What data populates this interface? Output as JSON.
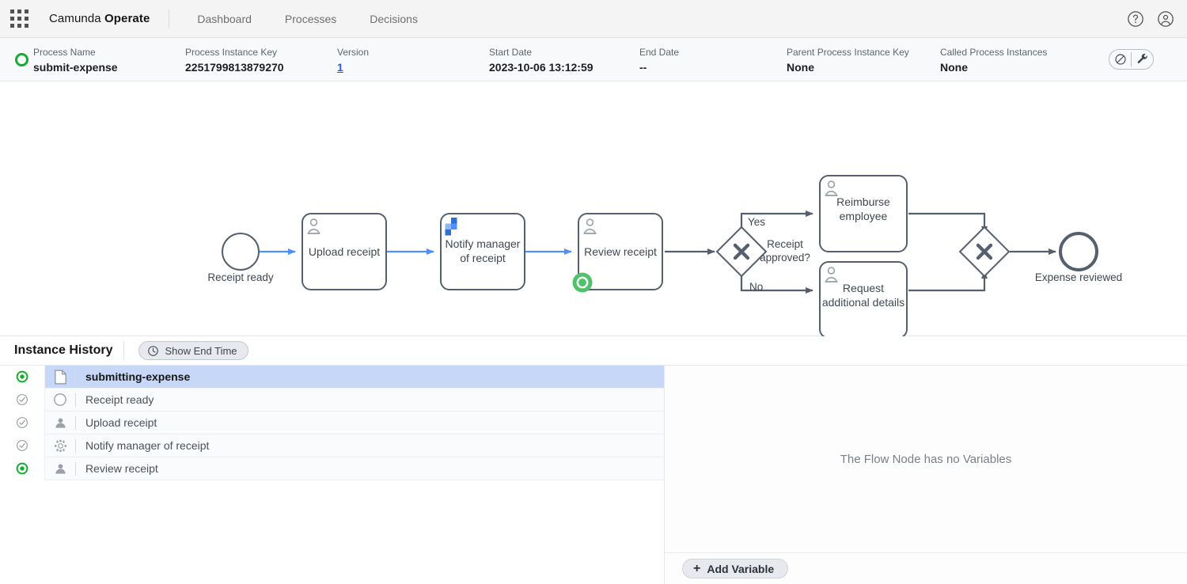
{
  "appbar": {
    "apps_icon": "apps-grid-icon",
    "brand_prefix": "Camunda ",
    "brand_bold": "Operate",
    "nav": [
      {
        "label": "Dashboard",
        "name": "nav-dashboard"
      },
      {
        "label": "Processes",
        "name": "nav-processes"
      },
      {
        "label": "Decisions",
        "name": "nav-decisions"
      }
    ],
    "help_icon": "help-icon",
    "user_icon": "user-avatar-icon"
  },
  "instance_header": {
    "state": "active",
    "state_color": "#10b02c",
    "fields": [
      {
        "label": "Process Name",
        "value": "submit-expense",
        "kind": "text",
        "name": "process-name"
      },
      {
        "label": "Process Instance Key",
        "value": "2251799813879270",
        "kind": "text",
        "name": "process-instance-key"
      },
      {
        "label": "Version",
        "value": "1",
        "kind": "link",
        "name": "version"
      },
      {
        "label": "Start Date",
        "value": "2023-10-06 13:12:59",
        "kind": "text",
        "name": "start-date"
      },
      {
        "label": "End Date",
        "value": "--",
        "kind": "text",
        "name": "end-date"
      },
      {
        "label": "Parent Process Instance Key",
        "value": "None",
        "kind": "text",
        "name": "parent-process-instance-key"
      },
      {
        "label": "Called Process Instances",
        "value": "None",
        "kind": "text",
        "name": "called-process-instances"
      }
    ],
    "actions": [
      {
        "name": "cancel-instance-button",
        "icon": "circle-slash-icon"
      },
      {
        "name": "modify-instance-button",
        "icon": "wrench-icon"
      }
    ]
  },
  "diagram": {
    "accent_traversed": "#4d90ff",
    "stroke": "#55606e",
    "active_badge_color": "#50c26a",
    "nodes": [
      {
        "name": "start-event-receipt-ready",
        "type": "start-event",
        "label": "Receipt ready"
      },
      {
        "name": "task-upload-receipt",
        "type": "user-task",
        "label": "Upload receipt"
      },
      {
        "name": "task-notify-manager",
        "type": "service-task",
        "label": "Notify manager of receipt",
        "label_line1": "Notify manager",
        "label_line2": "of receipt"
      },
      {
        "name": "task-review-receipt",
        "type": "user-task",
        "label": "Review receipt",
        "active": true
      },
      {
        "name": "gateway-receipt-approved",
        "type": "exclusive-gateway",
        "label": "Receipt approved?",
        "label_line1": "Receipt",
        "label_line2": "approved?"
      },
      {
        "name": "task-reimburse-employee",
        "type": "user-task",
        "label": "Reimburse employee",
        "label_line1": "Reimburse",
        "label_line2": "employee"
      },
      {
        "name": "task-request-additional-details",
        "type": "user-task",
        "label": "Request additional details",
        "label_line1": "Request",
        "label_line2": "additional details"
      },
      {
        "name": "gateway-join",
        "type": "exclusive-gateway",
        "label": ""
      },
      {
        "name": "end-event-expense-reviewed",
        "type": "end-event",
        "label": "Expense reviewed"
      }
    ],
    "edge_labels": {
      "yes": "Yes",
      "no": "No"
    }
  },
  "instance_history": {
    "title": "Instance History",
    "toggle_label": "Show End Time",
    "toggle_icon": "clock-icon",
    "rows": [
      {
        "name": "history-row-submitting-expense",
        "label": "submitting-expense",
        "state": "active",
        "icon": "process-file-icon",
        "selected": true
      },
      {
        "name": "history-row-receipt-ready",
        "label": "Receipt ready",
        "state": "completed",
        "icon": "start-event-icon",
        "selected": false
      },
      {
        "name": "history-row-upload-receipt",
        "label": "Upload receipt",
        "state": "completed",
        "icon": "user-task-icon",
        "selected": false
      },
      {
        "name": "history-row-notify-manager",
        "label": "Notify manager of receipt",
        "state": "completed",
        "icon": "service-task-icon",
        "selected": false
      },
      {
        "name": "history-row-review-receipt",
        "label": "Review receipt",
        "state": "active",
        "icon": "user-task-icon",
        "selected": false
      }
    ]
  },
  "variables_panel": {
    "empty_message": "The Flow Node has no Variables",
    "add_button_label": "Add Variable",
    "add_button_plus": "+"
  }
}
